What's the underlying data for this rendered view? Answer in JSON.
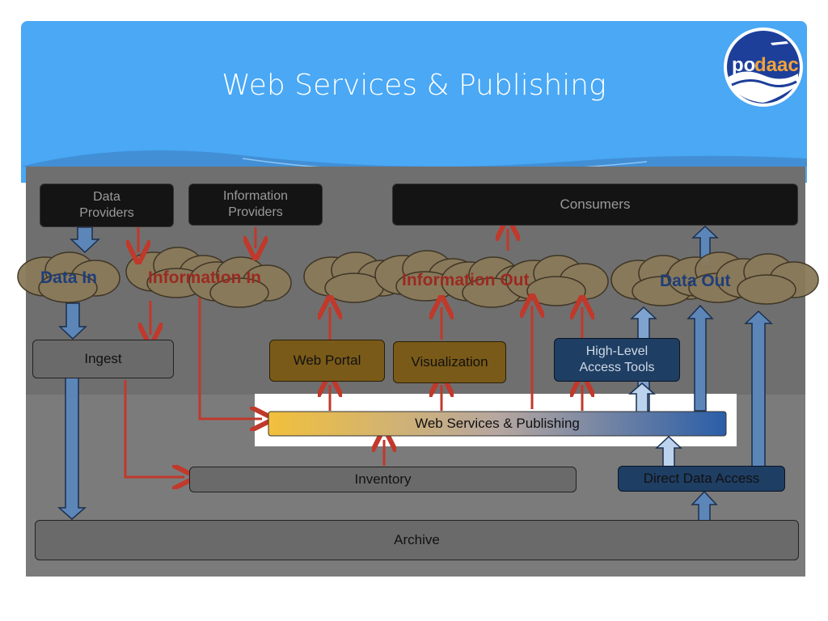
{
  "slide": {
    "title": "Web Services & Publishing",
    "logo_text_po": "po",
    "logo_text_daac": "daac"
  },
  "nodes": {
    "data_providers": "Data\nProviders",
    "information_providers": "Information\nProviders",
    "consumers": "Consumers",
    "ingest": "Ingest",
    "web_portal": "Web Portal",
    "visualization": "Visualization",
    "high_level_access_tools": "High-Level\nAccess Tools",
    "web_services_publishing": "Web Services & Publishing",
    "inventory": "Inventory",
    "direct_data_access": "Direct Data Access",
    "archive": "Archive"
  },
  "clouds": {
    "data_in": "Data In",
    "information_in": "Information In",
    "information_out": "Information Out",
    "data_out": "Data Out"
  },
  "colors": {
    "header_blue": "#4aa8f5",
    "red_arrow": "#c0392b",
    "blue_arrow": "#5d86b8",
    "cloud_fill": "#8a7a5a",
    "data_label": "#1f3e7a",
    "info_label": "#9b2a20"
  }
}
